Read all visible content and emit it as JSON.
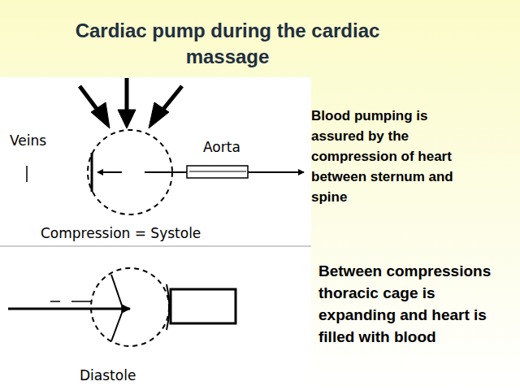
{
  "diagram": {
    "title": "Cardiac pump during the cardiac massage",
    "labels": [
      "Veins",
      "Aorta",
      "Compression = Systole",
      "Blood pumping is assured by the compression of heart between sternum and spine",
      "Diastole",
      "Between compressions thoracic cage is expanding and heart is filled with blood"
    ]
  }
}
